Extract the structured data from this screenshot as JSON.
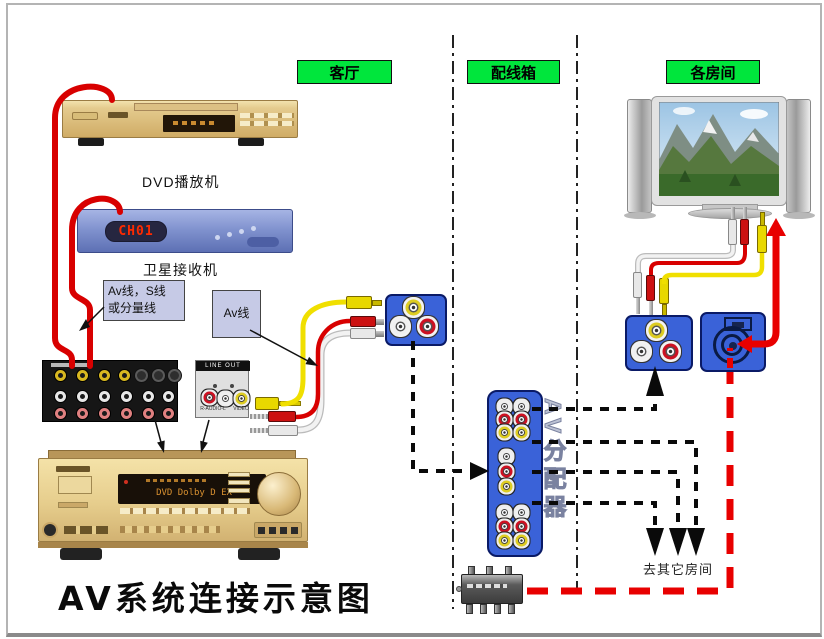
{
  "diagram": {
    "title": "AV系统连接示意图",
    "zones": [
      {
        "label": "客厅"
      },
      {
        "label": "配线箱"
      },
      {
        "label": "各房间"
      }
    ],
    "devices": {
      "dvd_player_label": "DVD播放机",
      "satellite_receiver_label": "卫星接收机",
      "satellite_display": "CH01",
      "amplifier_display": "DVD  Dolby D EX",
      "line_out_title": "LINE OUT",
      "line_out_jack_left_label": "R-AUDIO-L",
      "line_out_jack_right_label": "VIDEO",
      "distributor_label": "AV分配器"
    },
    "annotations": {
      "cable_note_line1": "Av线，S线",
      "cable_note_line2": "或分量线",
      "av_cable_note": "Av线",
      "to_other_rooms": "去其它房间"
    },
    "colors": {
      "zone_label_bg": "#00e63c",
      "device_blue": "#3a62d8",
      "cable_red": "#d80000",
      "cable_yellow": "#f0df00",
      "rf_line_red": "#e80000"
    }
  }
}
